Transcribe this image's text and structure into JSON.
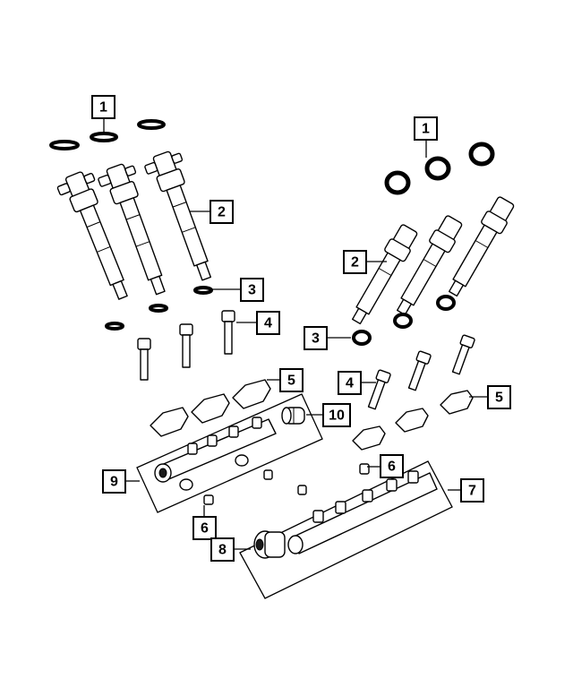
{
  "diagram": {
    "callouts": {
      "c1_left": "1",
      "c1_right": "1",
      "c2_left": "2",
      "c2_right": "2",
      "c3_left": "3",
      "c3_right": "3",
      "c4_left": "4",
      "c4_right": "4",
      "c5_left": "5",
      "c5_right": "5",
      "c6_left": "6",
      "c6_right": "6",
      "c7": "7",
      "c8": "8",
      "c9": "9",
      "c10": "10"
    }
  }
}
